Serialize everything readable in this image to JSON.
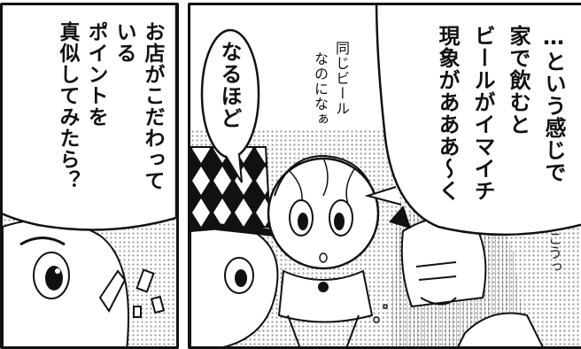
{
  "left_panel": {
    "bubble_lines": [
      "お店がこだわって",
      "いる",
      "ポイントを",
      "真似してみたら？"
    ]
  },
  "right_panel": {
    "big_bubble_lines": [
      "…という感じで",
      "家で飲むと",
      "ビールがイマイチ",
      "現象があああ〜く"
    ],
    "small_bubble_text": "なるほど",
    "aside_lines": [
      "同じビール",
      "なのになぁ"
    ],
    "sfx_text": "こうっ"
  }
}
